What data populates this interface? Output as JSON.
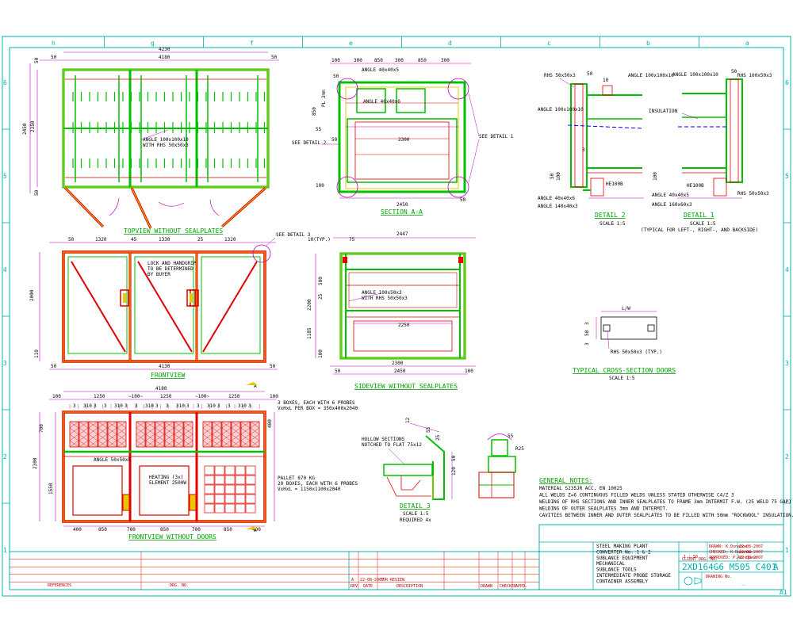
{
  "drawing": {
    "col_letters": [
      "h",
      "g",
      "f",
      "e",
      "d",
      "c",
      "b",
      "a"
    ],
    "row_numbers": [
      "6",
      "5",
      "4",
      "3",
      "2",
      "1"
    ],
    "sheet_size": "A1"
  },
  "views": {
    "topview": {
      "title": "TOPVIEW WITHOUT SEALPLATES",
      "dims": {
        "overall": "4230",
        "inner": "4180",
        "left": "50",
        "right": "50",
        "h_total": "2450",
        "h_inner": "2350",
        "h_top": "50",
        "h_bot": "50"
      },
      "note": "ANGLE 100x100x10\nWITH RHS 50x50x3"
    },
    "section_aa": {
      "title": "SECTION A-A",
      "dims": [
        "100",
        "300",
        "850",
        "300",
        "850",
        "300",
        "2300",
        "2450",
        "50",
        "50",
        "55",
        "100",
        "50"
      ],
      "notes": [
        "ANGLE 40x40x5",
        "ANGLE 40x40x6",
        "SEE DETAIL 2",
        "SEE DETAIL 1",
        "PL 3mm",
        "850"
      ]
    },
    "detail2": {
      "title": "DETAIL 2",
      "scale": "SCALE 1:5",
      "notes": [
        "RHS 50x50x3",
        "ANGLE 100x100x10",
        "ANGLE 40x40x6",
        "ANGLE 140x40x3",
        "HE100B",
        "50",
        "10",
        "3",
        "50",
        "100"
      ]
    },
    "detail1": {
      "title": "DETAIL 1",
      "scale": "SCALE 1:5",
      "sub": "(TYPICAL FOR LEFT-, RIGHT-, AND BACKSIDE)",
      "notes": [
        "ANGLE 100x100x10",
        "RHS 100x50x3",
        "INSULATION",
        "HE100B",
        "ANGLE 40x40x5",
        "ANGLE 160x60x3",
        "RHS 50x50x3",
        "50",
        "100"
      ]
    },
    "frontview": {
      "title": "FRONTVIEW",
      "dims": [
        "50",
        "1320",
        "45",
        "1330",
        "25",
        "1320",
        "4130",
        "50",
        "50",
        "110",
        "2000"
      ],
      "notes": [
        "LOCK AND HANDGRIP\nTO BE DETERMINED\nBY BUYER",
        "SEE DETAIL 3"
      ]
    },
    "sideview": {
      "title": "SIDEVIEW WITHOUT SEALPLATES",
      "dims": [
        "10(TYP.)",
        "75",
        "2447",
        "2250",
        "2300",
        "2450",
        "50",
        "100",
        "1185",
        "2200",
        "100",
        "500",
        "25"
      ],
      "notes": [
        "ANGLE 100x50x3\nWITH RHS 50x50x3"
      ]
    },
    "cross_section": {
      "title": "TYPICAL CROSS-SECTION DOORS",
      "scale": "SCALE 1:5",
      "notes": [
        "L/W",
        "RHS 50x50x3 (TYP.)",
        "3",
        "50",
        "3"
      ]
    },
    "frontview_nodoors": {
      "title": "FRONTVIEW WITHOUT DOORS",
      "dims_top": [
        "100",
        "1250",
        "~100~",
        "1250",
        "~100~",
        "1250",
        "100",
        "4180"
      ],
      "dims_bot": [
        "400",
        "850",
        "700",
        "850",
        "700",
        "850",
        "400"
      ],
      "dims_side": [
        "2300",
        "1550",
        "700",
        "400"
      ],
      "notes": [
        "ANGLE 50x50x5",
        "HEATING (3x)\nELEMENT 2500W",
        "3 BOXES, EACH WITH 6 PROBES\nVxHxL PER BOX = 350x400x2040",
        "PALLET 870 KG\n20 BOXES, EACH WITH 6 PROBES\nVxHxL = 1150x1100x2040",
        "A",
        "A"
      ]
    },
    "detail3": {
      "title": "DETAIL 3",
      "scale": "SCALE 1:5",
      "req": "REQUIRED 4x",
      "notes": [
        "HOLLOW SECTIONS\nNOTCHED TO FLAT 75x12",
        "12",
        "55",
        "25",
        "50",
        "120",
        "55",
        "R25"
      ]
    }
  },
  "general_notes": {
    "title": "GENERAL NOTES:",
    "lines": [
      "MATERIAL S235JR ACC. EN 10025",
      "ALL WELDS Z=6 CONTINUOUS FILLED WELDS UNLESS STATED OTHERWISE C4/Z 3",
      "WELDING OF RHS SECTIONS AND INNER SEALPLATES TO FRAME 3mm INTERMIT F.W. (25 WELD 75 GAP)",
      "WELDING OF OUTER SEALPLATES 3mm AND INTERMIT.",
      "CAVITIES BETWEEN INNER AND OUTER SEALPLATES TO BE FILLED WITH 50mm \"ROCKWOOL\" INSULATION."
    ]
  },
  "title_block": {
    "project_lines": [
      "STEEL MAKING PLANT",
      "CONVERTER No. 1 & 2",
      "SUBLANCE EQUIPMENT",
      "MECHANICAL",
      "SUBLANCE TOOLS",
      "INTERMEDIATE PROBE STORAGE",
      "CONTAINER ASSEMBLY"
    ],
    "drawing_no": "2XD164G6 M505 C401",
    "rev": "A",
    "scale": "1 : 50",
    "revision_row": {
      "rev": "A",
      "date": "22-08-2007",
      "desc": "FOR REVIEW"
    },
    "headers": {
      "references": "REFERENCES",
      "drg_no": "DRG. NO.",
      "rev": "REV",
      "date": "DATE",
      "description": "DESCRIPTION",
      "drawn": "DRAWN",
      "checked": "CHECKED",
      "approved": "APPD.",
      "drawing_no_label": "DRAWING No.",
      "client_drg": "CLIENT DRG. NO."
    },
    "signoffs": [
      {
        "role": "DRAWN",
        "name": "K.Donahoe",
        "date": "22-08-2007"
      },
      {
        "role": "CHECKED",
        "name": "K.Donahoe",
        "date": "22-08-2007"
      },
      {
        "role": "APPROVED",
        "name": "P.Adrijans",
        "date": "22-08-2007"
      }
    ]
  },
  "colors": {
    "frame": "#00b0b0",
    "green": "#00c000",
    "yellow": "#e8c800",
    "red": "#e00000",
    "magenta": "#c000c0",
    "blue": "#0000ff",
    "black": "#000000"
  }
}
